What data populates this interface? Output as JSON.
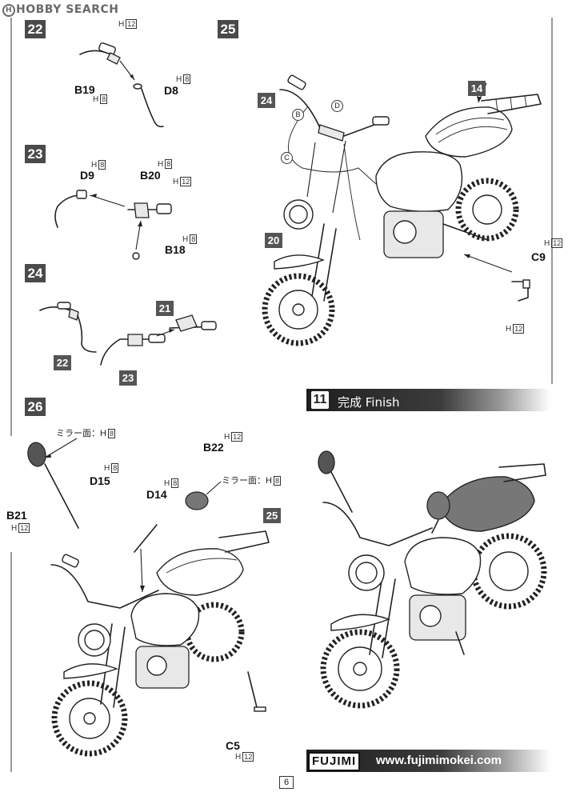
{
  "watermark": {
    "text": "HOBBY SEARCH"
  },
  "steps": {
    "s22": "22",
    "s23": "23",
    "s24": "24",
    "s25": "25",
    "s26": "26"
  },
  "tags": {
    "t14": "14",
    "t20": "20",
    "t21": "21",
    "t22": "22",
    "t23": "23",
    "t24": "24",
    "t25": "25"
  },
  "parts": {
    "b19": "B19",
    "d8": "D8",
    "d9": "D9",
    "b20": "B20",
    "b18": "B18",
    "c9": "C9",
    "b21": "B21",
    "d15": "D15",
    "d14": "D14",
    "b22": "B22",
    "c5": "C5"
  },
  "runner_marks": {
    "h": "H",
    "r12": "12",
    "r8": "8"
  },
  "mirror_face": "ミラー面：H",
  "circle_marks": {
    "b": "B",
    "c": "C",
    "d": "D"
  },
  "finish": {
    "number": "11",
    "label": "完成  Finish"
  },
  "footer": {
    "logo": "FUJIMI",
    "url": "www.fujimimokei.com"
  },
  "page_number": "6"
}
